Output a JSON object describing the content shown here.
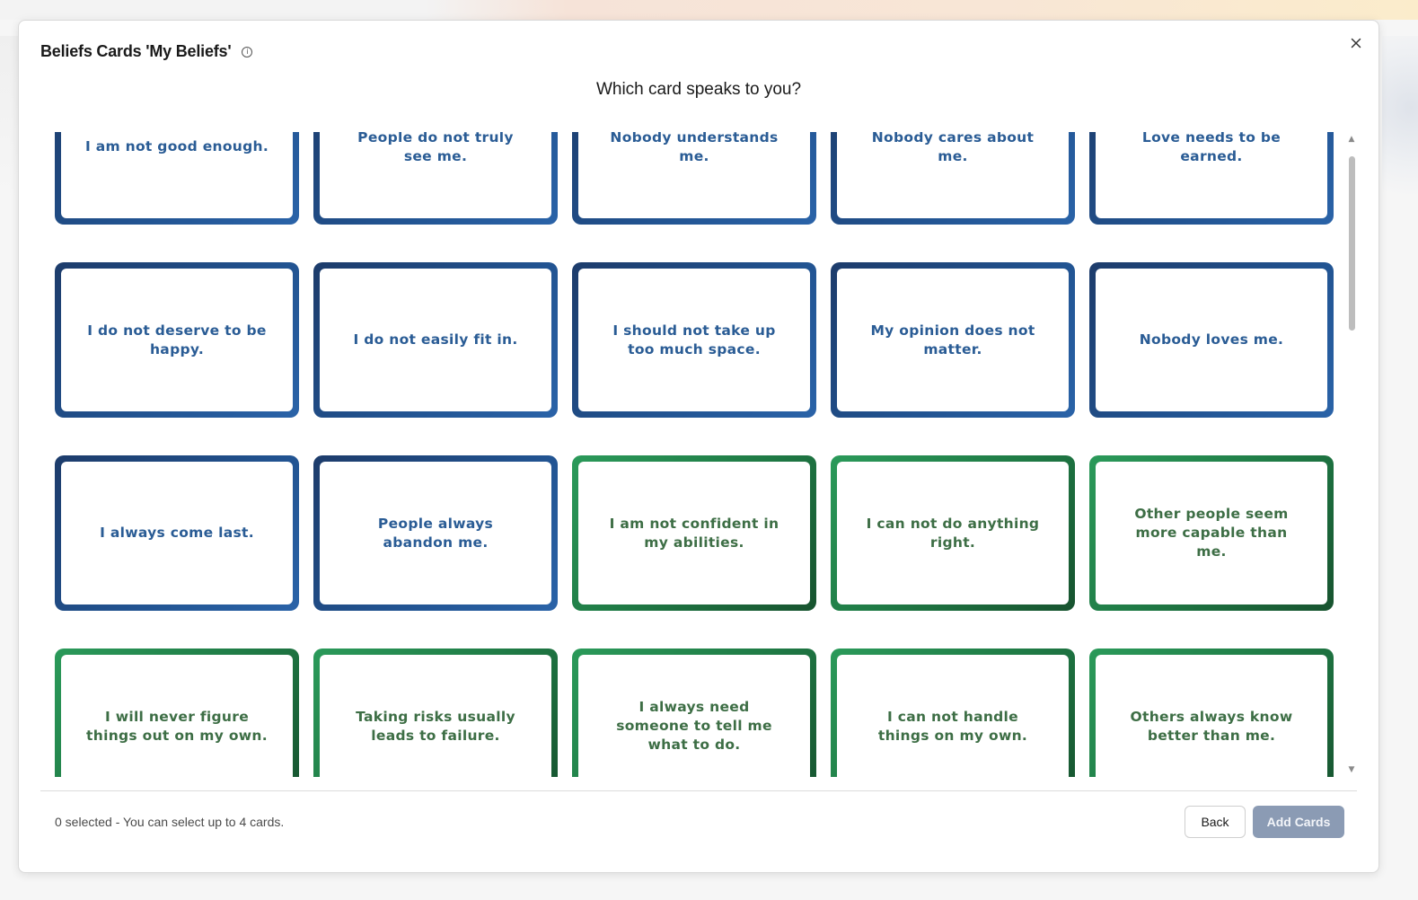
{
  "modal": {
    "title": "Beliefs Cards 'My Beliefs'",
    "info_icon": "i",
    "close_icon": "×",
    "subtitle": "Which card speaks to you?"
  },
  "cards": [
    {
      "text": "I am not good enough.",
      "color": "blue"
    },
    {
      "text": "People do not truly see me.",
      "color": "blue"
    },
    {
      "text": "Nobody understands me.",
      "color": "blue"
    },
    {
      "text": "Nobody cares about me.",
      "color": "blue"
    },
    {
      "text": "Love needs to be earned.",
      "color": "blue"
    },
    {
      "text": "I do not deserve to be happy.",
      "color": "blue"
    },
    {
      "text": "I do not easily fit in.",
      "color": "blue"
    },
    {
      "text": "I should not take up too much space.",
      "color": "blue"
    },
    {
      "text": "My opinion does not matter.",
      "color": "blue"
    },
    {
      "text": "Nobody loves me.",
      "color": "blue"
    },
    {
      "text": "I always come last.",
      "color": "blue"
    },
    {
      "text": "People always abandon me.",
      "color": "blue"
    },
    {
      "text": "I am not confident in my abilities.",
      "color": "green"
    },
    {
      "text": "I can not do anything right.",
      "color": "green"
    },
    {
      "text": "Other people seem more capable than me.",
      "color": "green"
    },
    {
      "text": "I will never figure things out on my own.",
      "color": "green"
    },
    {
      "text": "Taking risks usually leads to failure.",
      "color": "green"
    },
    {
      "text": "I always need someone to tell me what to do.",
      "color": "green"
    },
    {
      "text": "I can not handle things on my own.",
      "color": "green"
    },
    {
      "text": "Others always know better than me.",
      "color": "green"
    }
  ],
  "scrollbar": {
    "up_icon": "▲",
    "down_icon": "▼"
  },
  "footer": {
    "status": "0 selected - You can select up to 4 cards.",
    "back_label": "Back",
    "add_label": "Add Cards"
  },
  "colors": {
    "blue_card": "#21528f",
    "green_card": "#1f7a45",
    "blue_text": "#2a5c95",
    "green_text": "#3d6e45",
    "add_button": "#8b9bb4"
  }
}
